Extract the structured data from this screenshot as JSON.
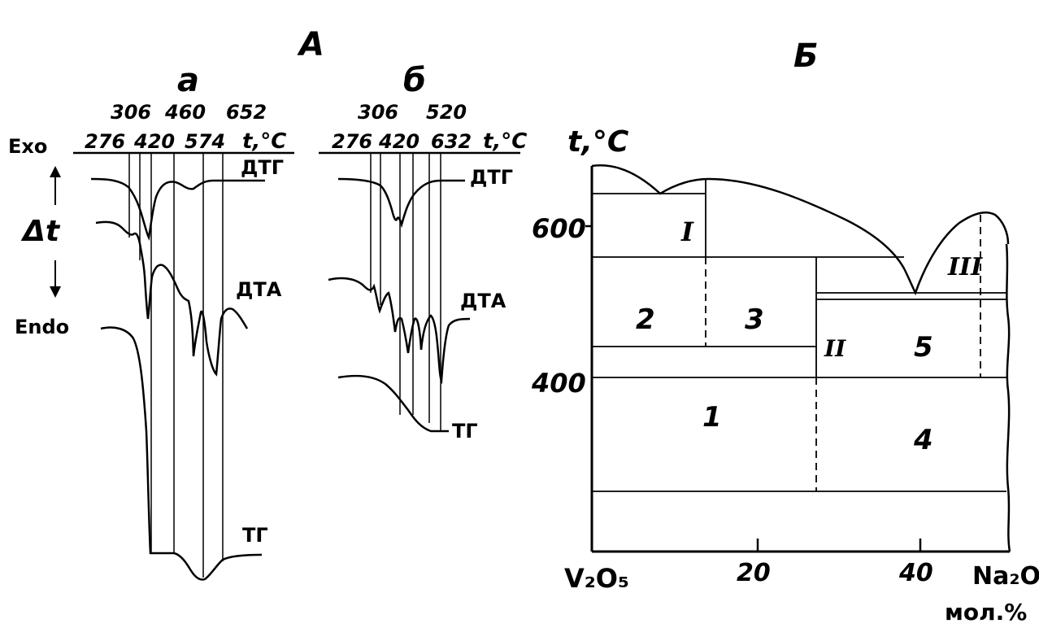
{
  "panel_a": {
    "label": "А",
    "sub_a": {
      "label": "а",
      "temps_top": [
        "306",
        "460",
        "652"
      ],
      "temps_bottom": [
        "276",
        "420",
        "574"
      ],
      "axis_unit": "t,°C",
      "exo": "Exo",
      "delta_t": "Δt",
      "endo": "Endo",
      "curve_dtg": "ДТГ",
      "curve_dta": "ДТА",
      "curve_tg": "ТГ"
    },
    "sub_b": {
      "label": "б",
      "temps_top": [
        "306",
        "520"
      ],
      "temps_bottom": [
        "276",
        "420",
        "632"
      ],
      "axis_unit": "t,°C",
      "curve_dtg": "ДТГ",
      "curve_dta": "ДТА",
      "curve_tg": "ТГ"
    }
  },
  "panel_b": {
    "label": "Б",
    "y_axis_label": "t,°C",
    "y_ticks": [
      "600",
      "400"
    ],
    "x_ticks": [
      "20",
      "40"
    ],
    "x_left": "V₂O₅",
    "x_right": "Na₂O",
    "x_unit": "мол.%",
    "regions": [
      "1",
      "2",
      "3",
      "4",
      "5"
    ],
    "roman": [
      "I",
      "II",
      "III"
    ]
  }
}
